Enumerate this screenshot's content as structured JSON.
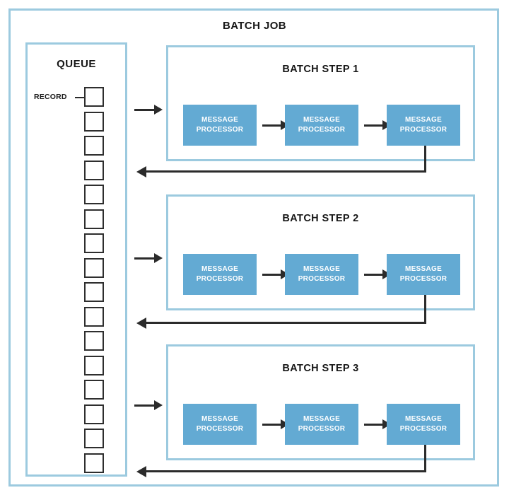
{
  "diagram": {
    "title": "BATCH JOB",
    "colors": {
      "container_border": "#9ccadf",
      "processor_fill": "#63aad3",
      "processor_text": "#ffffff",
      "arrow": "#2b2b2b",
      "record_border": "#2e2e2e",
      "background": "#ffffff",
      "label_text": "#161616"
    },
    "queue": {
      "title": "QUEUE",
      "record_label": "RECORD",
      "record_count": 16
    },
    "steps": [
      {
        "title": "BATCH STEP 1",
        "processors": [
          {
            "line1": "MESSAGE",
            "line2": "PROCESSOR"
          },
          {
            "line1": "MESSAGE",
            "line2": "PROCESSOR"
          },
          {
            "line1": "MESSAGE",
            "line2": "PROCESSOR"
          }
        ]
      },
      {
        "title": "BATCH STEP 2",
        "processors": [
          {
            "line1": "MESSAGE",
            "line2": "PROCESSOR"
          },
          {
            "line1": "MESSAGE",
            "line2": "PROCESSOR"
          },
          {
            "line1": "MESSAGE",
            "line2": "PROCESSOR"
          }
        ]
      },
      {
        "title": "BATCH STEP 3",
        "processors": [
          {
            "line1": "MESSAGE",
            "line2": "PROCESSOR"
          },
          {
            "line1": "MESSAGE",
            "line2": "PROCESSOR"
          },
          {
            "line1": "MESSAGE",
            "line2": "PROCESSOR"
          }
        ]
      }
    ]
  }
}
